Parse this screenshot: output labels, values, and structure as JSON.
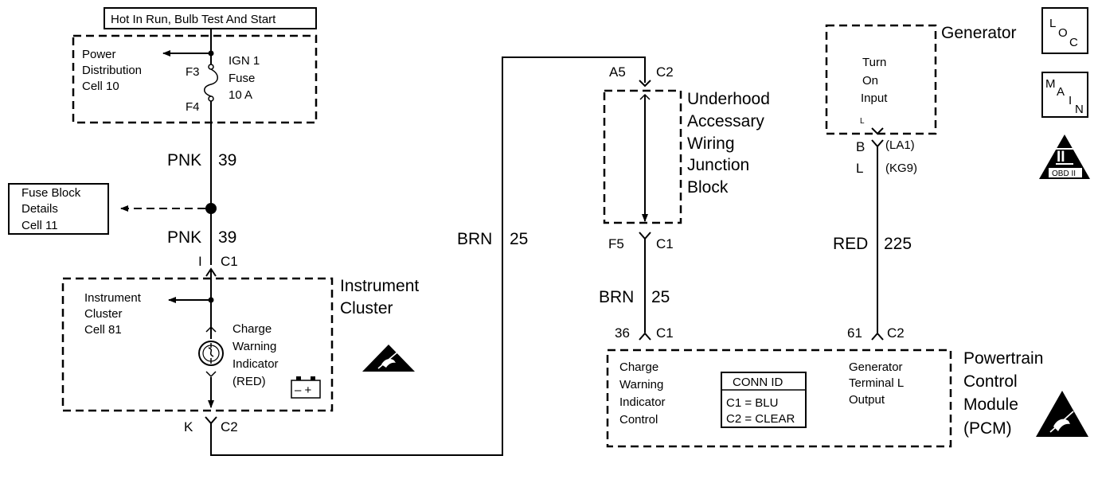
{
  "header": {
    "power_label": "Hot In Run, Bulb Test And Start"
  },
  "power_distribution": {
    "ref_lines": [
      "Power",
      "Distribution",
      "Cell 10"
    ],
    "fuse_lines": [
      "IGN 1",
      "Fuse",
      "10 A"
    ],
    "pin_top": "F3",
    "pin_bottom": "F4"
  },
  "wires": {
    "pnk_color": "PNK",
    "pnk_circuit": "39",
    "brn_color": "BRN",
    "brn_circuit": "25",
    "red_color": "RED",
    "red_circuit": "225"
  },
  "fuse_block_ref": {
    "lines": [
      "Fuse Block",
      "Details",
      "Cell 11"
    ]
  },
  "instrument_cluster": {
    "title_lines": [
      "Instrument",
      "Cluster"
    ],
    "ref_lines": [
      "Instrument",
      "Cluster",
      "Cell 81"
    ],
    "indicator_lines": [
      "Charge",
      "Warning",
      "Indicator",
      "(RED)"
    ],
    "battery_symbol": "– +",
    "top_pin": "I",
    "top_conn": "C1",
    "bottom_pin": "K",
    "bottom_conn": "C2"
  },
  "underhood_block": {
    "title_lines": [
      "Underhood",
      "Accessary",
      "Wiring",
      "Junction",
      "Block"
    ],
    "top_pin": "A5",
    "top_conn": "C2",
    "bottom_pin": "F5",
    "bottom_conn": "C1"
  },
  "generator": {
    "title": "Generator",
    "input_lines": [
      "Turn",
      "On",
      "Input"
    ],
    "terminal": "L",
    "pin_b": "B",
    "pin_l": "L",
    "rpo_1": "(LA1)",
    "rpo_2": "(KG9)"
  },
  "pcm": {
    "title_lines": [
      "Powertrain",
      "Control",
      "Module",
      "(PCM)"
    ],
    "left_lines": [
      "Charge",
      "Warning",
      "Indicator",
      "Control"
    ],
    "right_lines": [
      "Generator",
      "Terminal L",
      "Output"
    ],
    "conn_id_title": "CONN ID",
    "conn_id_c1": "C1 = BLU",
    "conn_id_c2": "C2 = CLEAR",
    "pin_left": "36",
    "conn_left": "C1",
    "pin_right": "61",
    "conn_right": "C2"
  },
  "badges": {
    "loc_l": "L",
    "loc_o": "O",
    "loc_c": "C",
    "main_m": "M",
    "main_a": "A",
    "main_i": "I",
    "main_n": "N",
    "obd_symbol": "II",
    "obd_text": "OBD II"
  },
  "icons": [
    "esd-warning-icon",
    "lamp-icon",
    "battery-icon",
    "splice-icon",
    "arrow-icon"
  ]
}
